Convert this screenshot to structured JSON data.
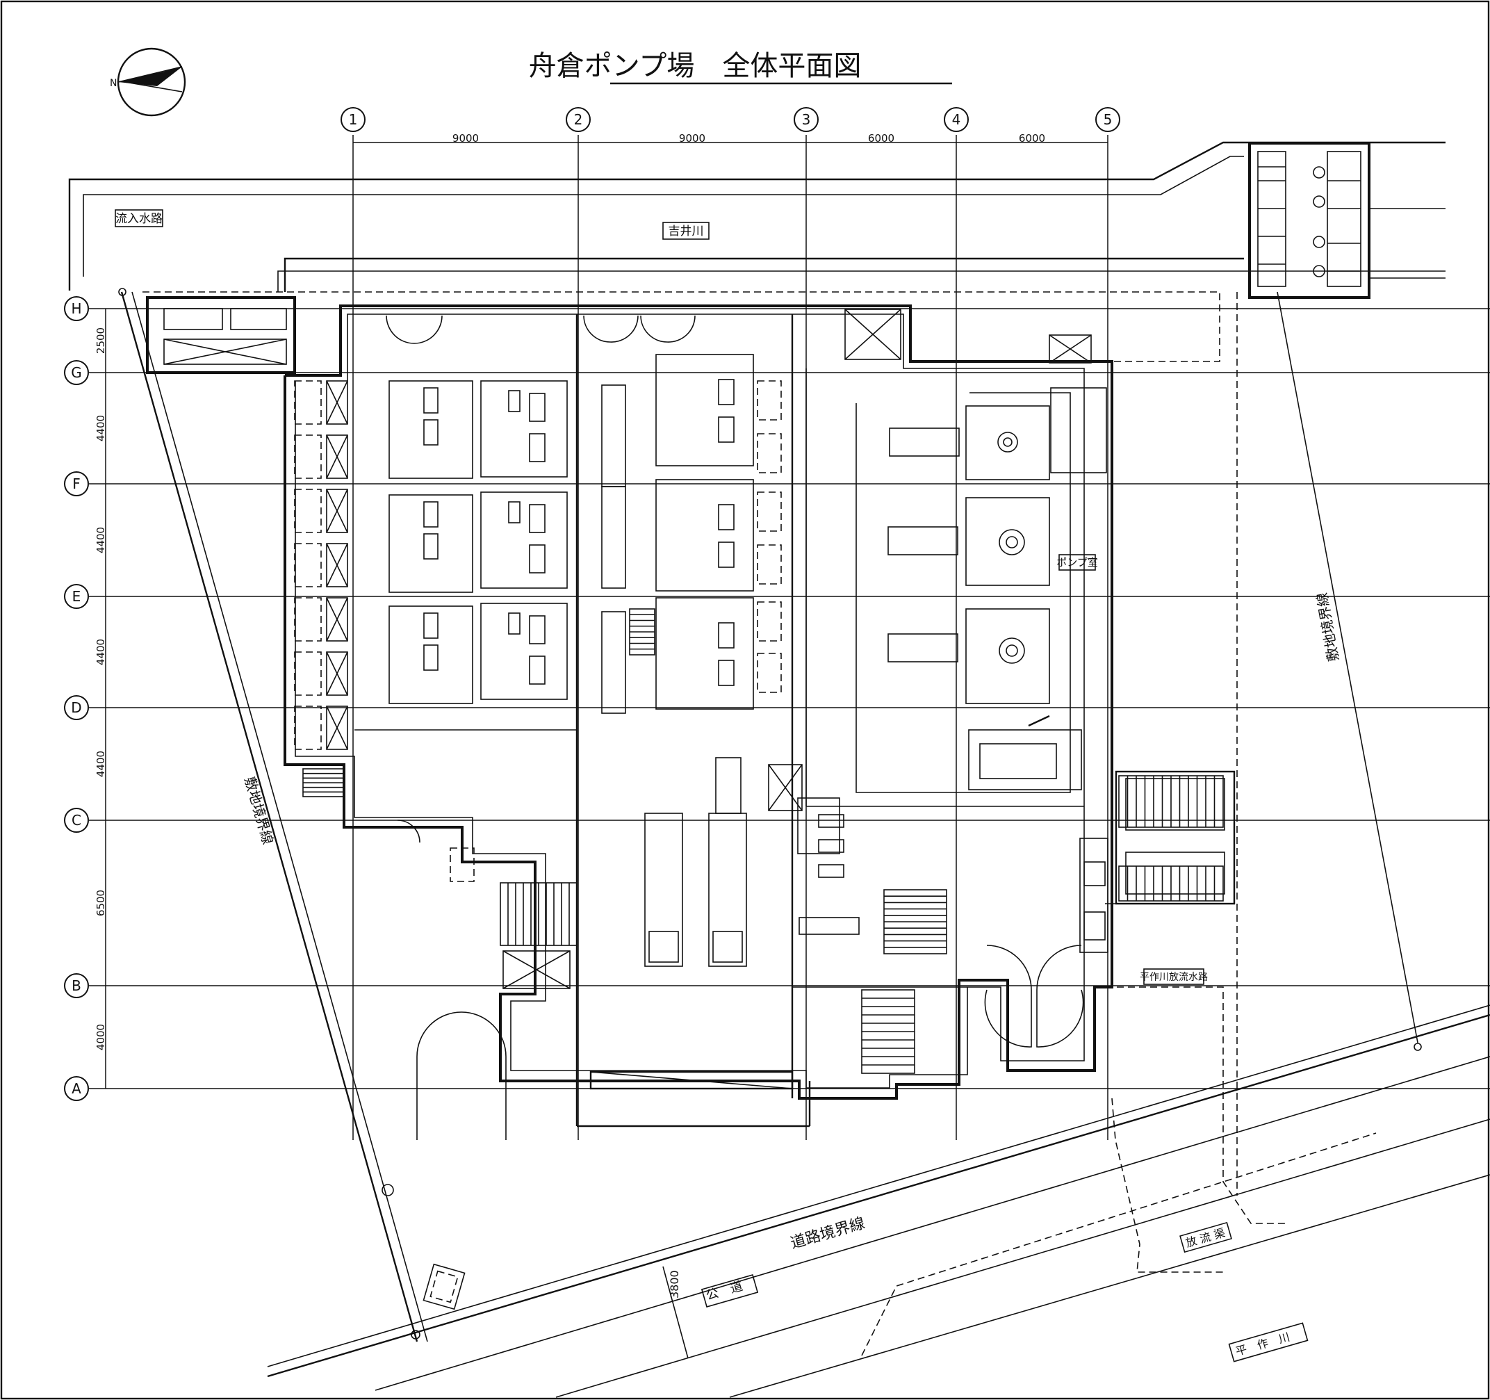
{
  "title": "舟倉ポンプ場　全体平面図",
  "north": {
    "label": "N",
    "icon": "north-arrow-icon"
  },
  "grid": {
    "columns": [
      "1",
      "2",
      "3",
      "4",
      "5"
    ],
    "rows": [
      "H",
      "G",
      "F",
      "E",
      "D",
      "C",
      "B",
      "A"
    ],
    "column_spacings": [
      "9000",
      "9000",
      "6000",
      "6000"
    ],
    "row_spacings": [
      "2500",
      "4400",
      "4400",
      "4400",
      "4400",
      "6500",
      "4000"
    ]
  },
  "labels": {
    "inflow_channel": "流入水路",
    "yoshii_river": "吉井川",
    "pump_room": "ポンプ室",
    "hirasaku_discharge": "平作川放流水路",
    "boundary_left": "敷地境界線",
    "boundary_right": "敷地境界線",
    "road_boundary": "道路境界線",
    "public_road": "公　道",
    "road_width": "3800",
    "discharge_channel": "放 流 渠",
    "hirasaku_river": "平　作　川"
  }
}
